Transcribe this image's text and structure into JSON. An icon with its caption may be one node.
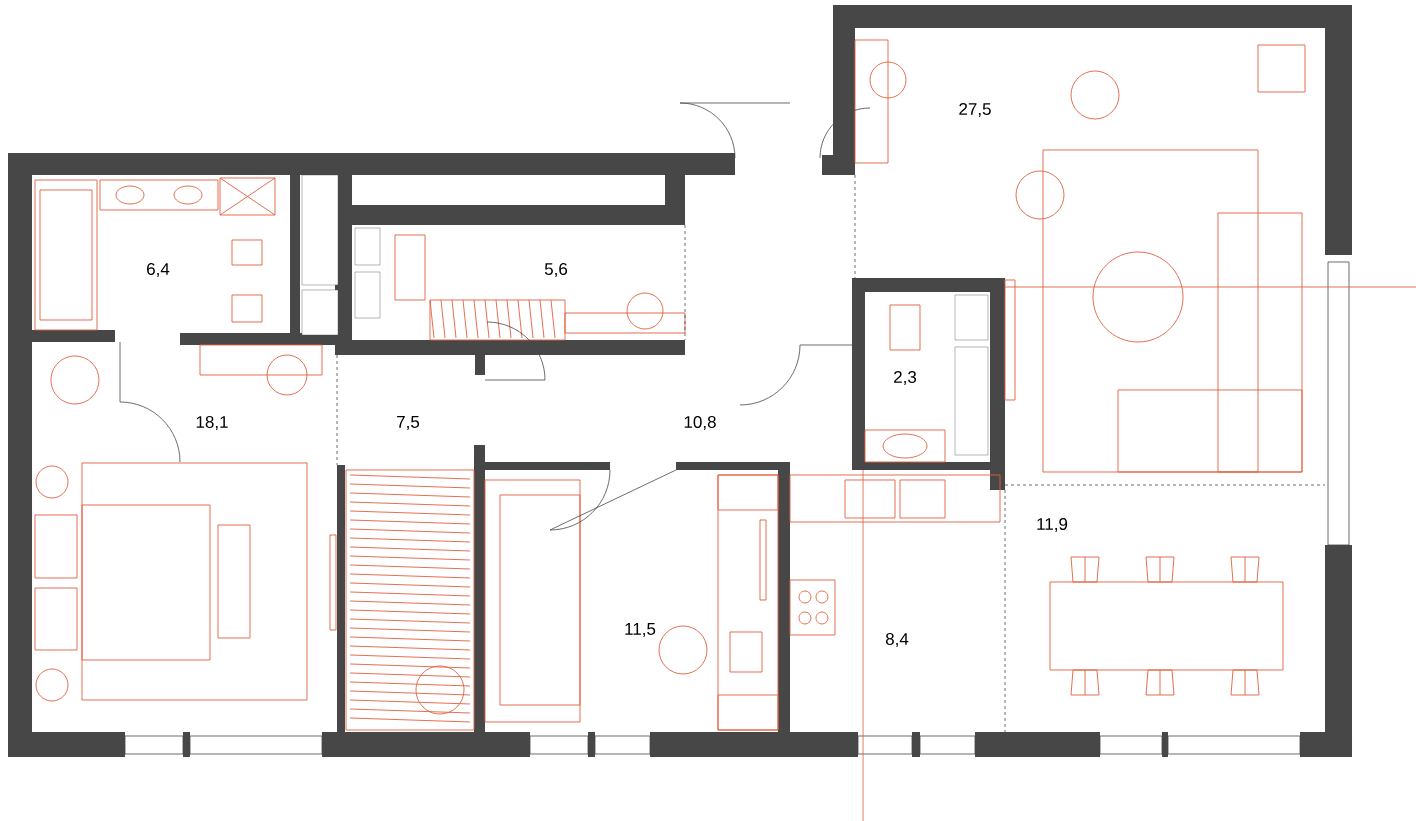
{
  "diagram": {
    "labels": [
      "27,5",
      "6,4",
      "5,6",
      "2,3",
      "18,1",
      "7,5",
      "10,8",
      "11,9",
      "11,5",
      "8,4"
    ]
  }
}
